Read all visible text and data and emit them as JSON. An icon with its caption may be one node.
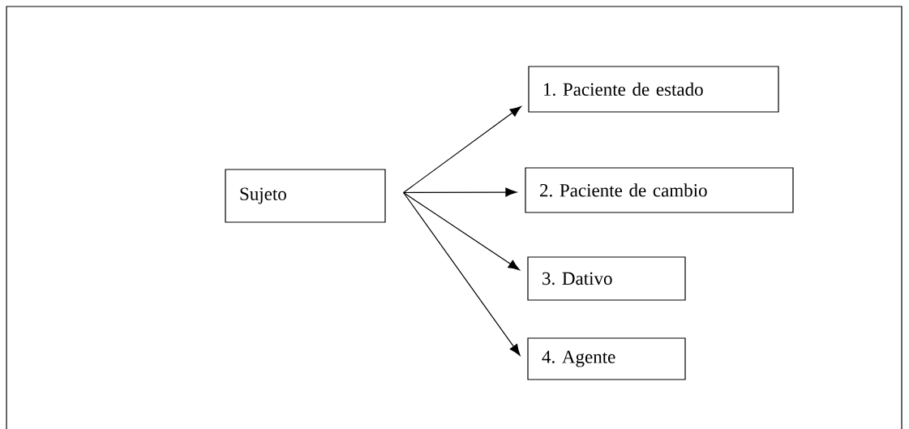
{
  "diagram": {
    "nodes": [
      {
        "text": [
          "Sujeto"
        ]
      },
      {
        "text": [
          "1. Paciente de estado"
        ]
      },
      {
        "text": [
          "2. Paciente de cambio"
        ]
      },
      {
        "text": [
          "3. Dativo"
        ]
      },
      {
        "text": [
          "4. Agente"
        ]
      }
    ],
    "edges": [
      {
        "from": 0,
        "to": 1,
        "arrow": "to"
      },
      {
        "from": 0,
        "to": 2,
        "arrow": "to"
      },
      {
        "from": 0,
        "to": 3,
        "arrow": "to"
      },
      {
        "from": 0,
        "to": 4,
        "arrow": "to"
      }
    ]
  }
}
